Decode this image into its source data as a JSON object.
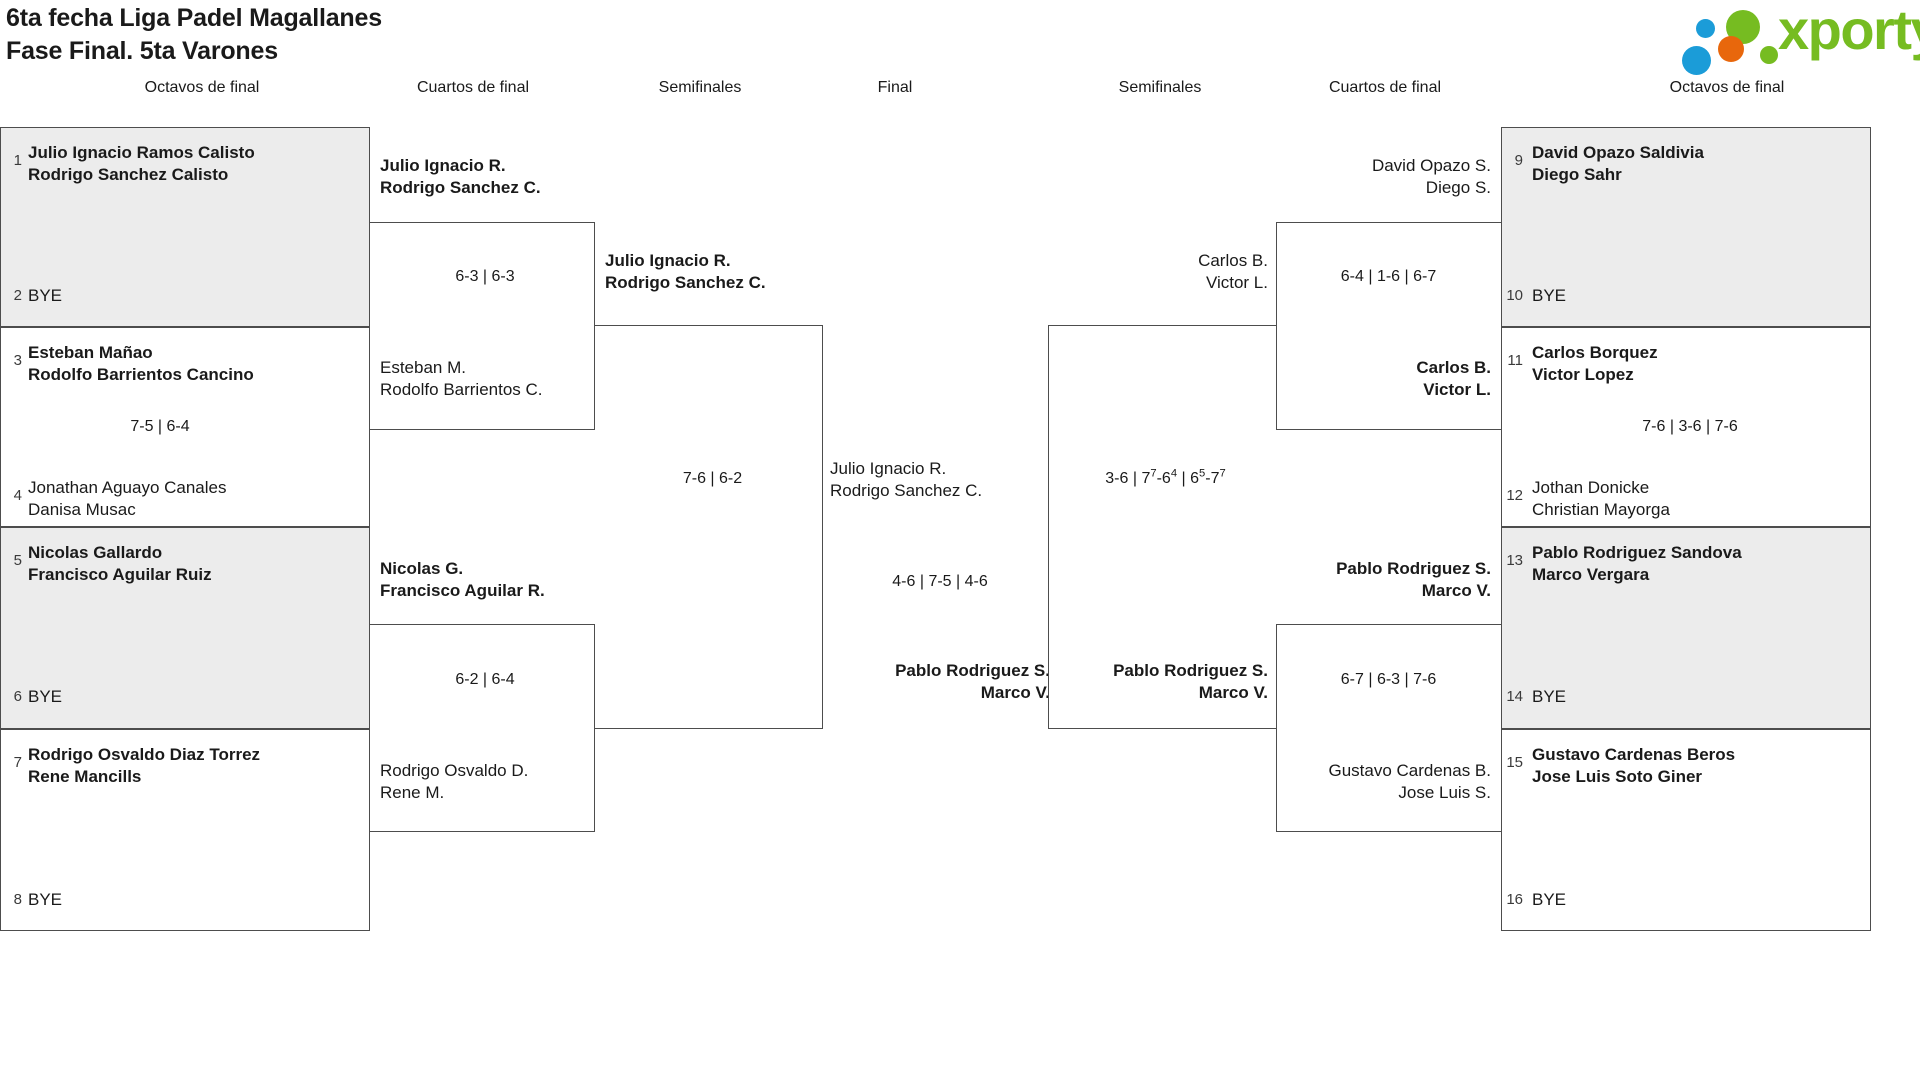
{
  "header": {
    "title_line1": "6ta fecha Liga Padel Magallanes",
    "title_line2": "Fase Final. 5ta Varones",
    "brand": "xporty",
    "brand_color": "#76bc21",
    "brand_dot_blue": "#1b9cd8",
    "brand_dot_orange": "#e8670c"
  },
  "round_headers": [
    {
      "label": "Octavos de final"
    },
    {
      "label": "Cuartos de final"
    },
    {
      "label": "Semifinales"
    },
    {
      "label": "Final"
    },
    {
      "label": "Semifinales"
    },
    {
      "label": "Cuartos de final"
    },
    {
      "label": "Octavos de final"
    }
  ],
  "left": {
    "round1": [
      {
        "seed": "1",
        "p1": "Julio Ignacio Ramos Calisto",
        "p2": "Rodrigo Sanchez Calisto",
        "winner": true
      },
      {
        "seed": "2",
        "bye": "BYE"
      },
      {
        "seed": "3",
        "p1": "Esteban Mañao",
        "p2": "Rodolfo Barrientos Cancino",
        "winner": true
      },
      {
        "seed": "4",
        "p1": "Jonathan Aguayo Canales",
        "p2": "Danisa Musac",
        "winner": false
      },
      {
        "seed": "5",
        "p1": "Nicolas Gallardo",
        "p2": "Francisco Aguilar Ruiz",
        "winner": true
      },
      {
        "seed": "6",
        "bye": "BYE"
      },
      {
        "seed": "7",
        "p1": "Rodrigo Osvaldo Diaz Torrez",
        "p2": "Rene Mancills",
        "winner": true
      },
      {
        "seed": "8",
        "bye": "BYE"
      }
    ],
    "round1_scores": [
      {
        "value": ""
      },
      {
        "value": "7-5 | 6-4"
      },
      {
        "value": ""
      },
      {
        "value": ""
      }
    ],
    "quarters": [
      {
        "p1": "Julio Ignacio R.",
        "p2": "Rodrigo Sanchez C.",
        "winner": true
      },
      {
        "p1": "Esteban M.",
        "p2": "Rodolfo Barrientos C.",
        "winner": false
      },
      {
        "p1": "Nicolas G.",
        "p2": "Francisco Aguilar R.",
        "winner": true
      },
      {
        "p1": "Rodrigo Osvaldo D.",
        "p2": "Rene M.",
        "winner": false
      }
    ],
    "quarter_scores": [
      {
        "value": "6-3 | 6-3"
      },
      {
        "value": "6-2 | 6-4"
      }
    ],
    "semis": [
      {
        "p1": "Julio Ignacio R.",
        "p2": "Rodrigo Sanchez C.",
        "winner": true
      }
    ],
    "semi_scores": [
      {
        "value": "7-6 | 6-2"
      }
    ]
  },
  "final": {
    "top": {
      "p1": "Julio Ignacio R.",
      "p2": "Rodrigo Sanchez C.",
      "winner": false
    },
    "bottom": {
      "p1": "Pablo Rodriguez S.",
      "p2": "Marco V.",
      "winner": true
    },
    "score": "4-6 | 7-5 | 4-6"
  },
  "right": {
    "round1": [
      {
        "seed": "9",
        "p1": "David Opazo Saldivia",
        "p2": "Diego Sahr",
        "winner": true
      },
      {
        "seed": "10",
        "bye": "BYE"
      },
      {
        "seed": "11",
        "p1": "Carlos Borquez",
        "p2": "Victor Lopez",
        "winner": true
      },
      {
        "seed": "12",
        "p1": "Jothan Donicke",
        "p2": "Christian Mayorga",
        "winner": false
      },
      {
        "seed": "13",
        "p1": "Pablo Rodriguez Sandova",
        "p2": "Marco Vergara",
        "winner": true
      },
      {
        "seed": "14",
        "bye": "BYE"
      },
      {
        "seed": "15",
        "p1": "Gustavo Cardenas Beros",
        "p2": "Jose Luis Soto Giner",
        "winner": true
      },
      {
        "seed": "16",
        "bye": "BYE"
      }
    ],
    "round1_scores": [
      {
        "value": ""
      },
      {
        "value": "7-6 | 3-6 | 7-6"
      },
      {
        "value": ""
      },
      {
        "value": ""
      }
    ],
    "quarters": [
      {
        "p1": "David Opazo S.",
        "p2": "Diego S.",
        "winner": false
      },
      {
        "p1": "Carlos B.",
        "p2": "Victor L.",
        "winner": true
      },
      {
        "p1": "Pablo Rodriguez S.",
        "p2": "Marco V.",
        "winner": true
      },
      {
        "p1": "Gustavo Cardenas B.",
        "p2": "Jose Luis S.",
        "winner": false
      }
    ],
    "quarter_scores": [
      {
        "value": "6-4 | 1-6 | 6-7"
      },
      {
        "value": "6-7 | 6-3 | 7-6"
      }
    ],
    "semis": [
      {
        "p1": "Carlos B.",
        "p2": "Victor L.",
        "winner": false
      },
      {
        "p1": "Pablo Rodriguez S.",
        "p2": "Marco V.",
        "winner": true
      }
    ],
    "semi_score_parts": {
      "set1": "3-6 | 7",
      "sup1": "7",
      "mid1": "-6",
      "sup2": "4",
      "mid2": " | 6",
      "sup3": "5",
      "mid3": "-7",
      "sup4": "7"
    }
  }
}
